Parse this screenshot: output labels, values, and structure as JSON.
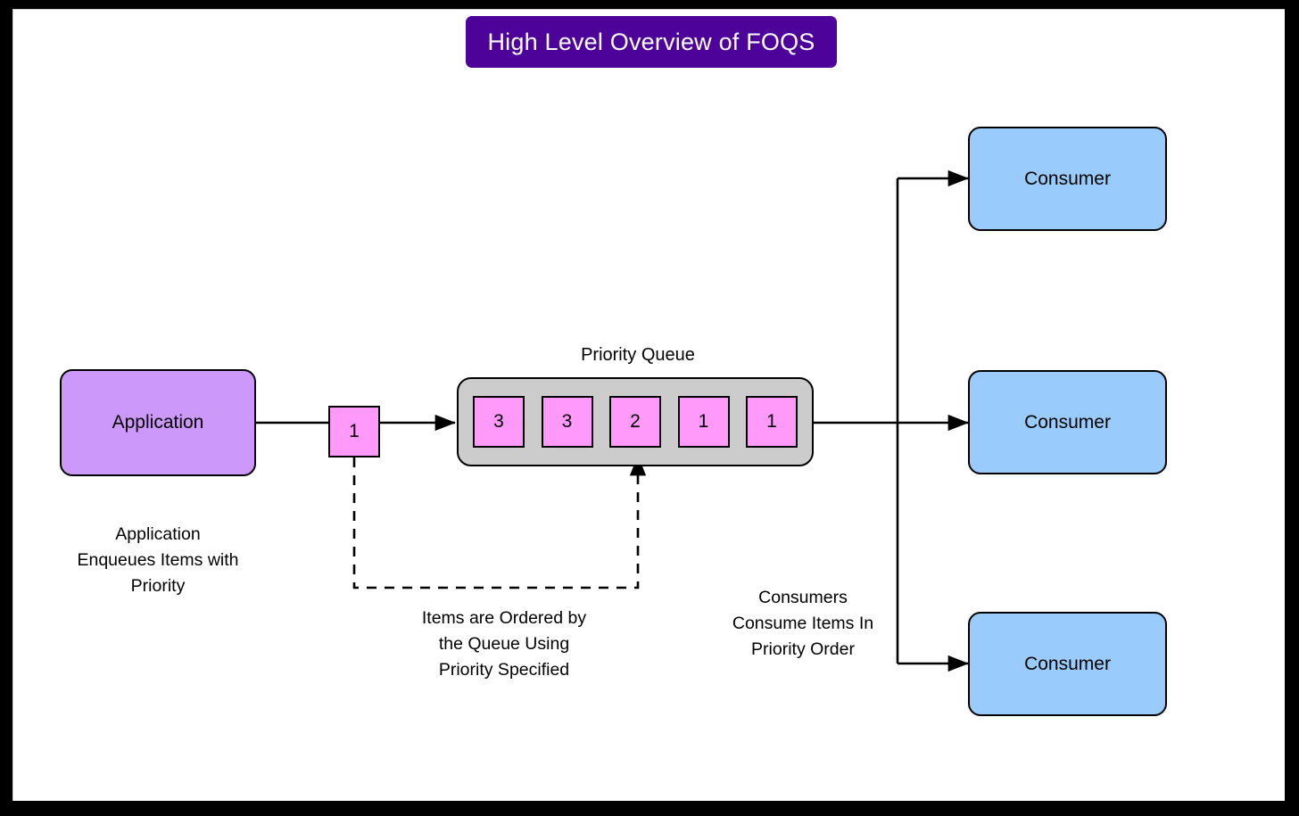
{
  "header": {
    "title": "High Level Overview of FOQS",
    "banner_color": "#4d0399",
    "banner_text_color": "#ffffff"
  },
  "colors": {
    "application_fill": "#cc99fa",
    "consumer_fill": "#99ccfc",
    "item_fill": "#ff99fa",
    "queue_fill": "#cccccc",
    "stroke": "#000000",
    "canvas": "#ffffff",
    "frame": "#000000"
  },
  "nodes": {
    "application": {
      "label": "Application",
      "caption": "Application\nEnqueues Items with\nPriority"
    },
    "item": {
      "label": "1"
    },
    "queue": {
      "label": "Priority Queue",
      "slots": [
        {
          "priority": "3"
        },
        {
          "priority": "3"
        },
        {
          "priority": "2"
        },
        {
          "priority": "1"
        },
        {
          "priority": "1"
        }
      ],
      "caption": "Items are Ordered by\nthe Queue Using\nPriority Specified"
    },
    "consumers": {
      "caption": "Consumers\nConsume Items In\nPriority Order",
      "items": [
        {
          "label": "Consumer"
        },
        {
          "label": "Consumer"
        },
        {
          "label": "Consumer"
        }
      ]
    }
  },
  "edges": {
    "app_to_item": {
      "style": "solid",
      "arrow": false
    },
    "item_to_queue": {
      "style": "solid",
      "arrow": true
    },
    "item_priority_to_slot": {
      "style": "dashed",
      "arrow": true
    },
    "queue_to_consumers": {
      "style": "solid",
      "arrow": true,
      "branches": 3
    }
  }
}
